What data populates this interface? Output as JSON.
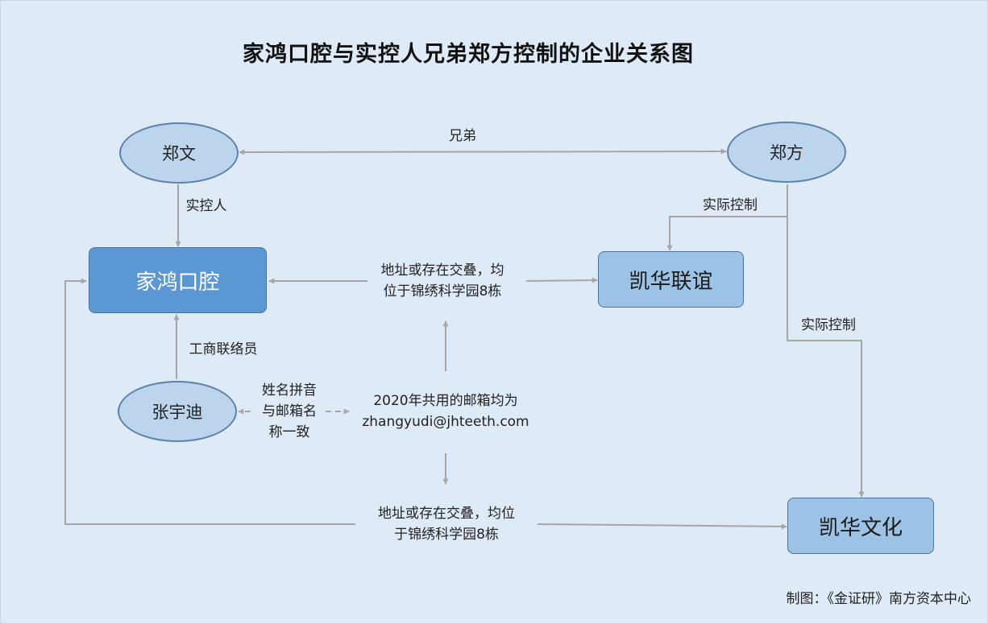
{
  "title": "家鸿口腔与实控人兄弟郑方控制的企业关系图",
  "nodes": {
    "zhengwen": "郑文",
    "zhengfang": "郑方",
    "jiahong": "家鸿口腔",
    "kaihua_lianyi": "凯华联谊",
    "zhangyudi": "张宇迪",
    "kaihua_wenhua": "凯华文化"
  },
  "labels": {
    "brothers": "兄弟",
    "actual_controller": "实控人",
    "actual_control_1": "实际控制",
    "actual_control_2": "实际控制",
    "business_liaison": "工商联络员",
    "address_overlap_1": "地址或存在交叠，均\n位于锦绣科学园8栋",
    "pinyin_match": "姓名拼音\n与邮箱名\n称一致",
    "shared_email": "2020年共用的邮箱均为\nzhangyudi@jhteeth.com",
    "address_overlap_2": "地址或存在交叠，均位\n于锦绣科学园8栋"
  },
  "credit": "制图：《金证研》南方资本中心",
  "colors": {
    "background": "#deeaf5",
    "ellipse_fill": "#bcd5ed",
    "primary_box": "#5b97d3",
    "secondary_box": "#9cc3e6",
    "connector": "#a6a6a6"
  }
}
